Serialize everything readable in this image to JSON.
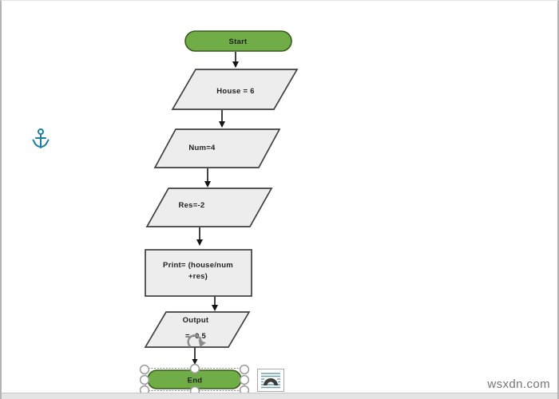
{
  "watermark": "wsxdn.com",
  "flowchart": {
    "nodes": {
      "start": {
        "type": "terminator",
        "label": "Start"
      },
      "house": {
        "type": "parallelogram",
        "label": "House = 6"
      },
      "num": {
        "type": "parallelogram",
        "label": "Num=4"
      },
      "res": {
        "type": "parallelogram",
        "label": "Res=-2"
      },
      "print": {
        "type": "process",
        "label": "Print= (house/num +res)",
        "line1": "Print= (house/num",
        "line2": "+res)"
      },
      "output": {
        "type": "parallelogram",
        "label": "Output = -0.5",
        "line1": "Output",
        "line2": "= -0.5"
      },
      "end": {
        "type": "terminator",
        "label": "End",
        "selected": true
      }
    },
    "flow_order": [
      "start",
      "house",
      "num",
      "res",
      "print",
      "output",
      "end"
    ]
  },
  "editor": {
    "anchor_icon": "object-anchor",
    "layout_options_button": "layout-options",
    "rotate_handle": "rotate-shape",
    "selection_handle_count": 8
  },
  "colors": {
    "terminator_fill": "#70ad47",
    "terminator_border": "#3a5a22",
    "shape_fill": "#ededed",
    "shape_border": "#3f3f3f",
    "connector": "#141414",
    "anchor_icon": "#1f7fa3",
    "selection_handle_border": "#9a9a9a",
    "watermark_text": "#757575"
  }
}
